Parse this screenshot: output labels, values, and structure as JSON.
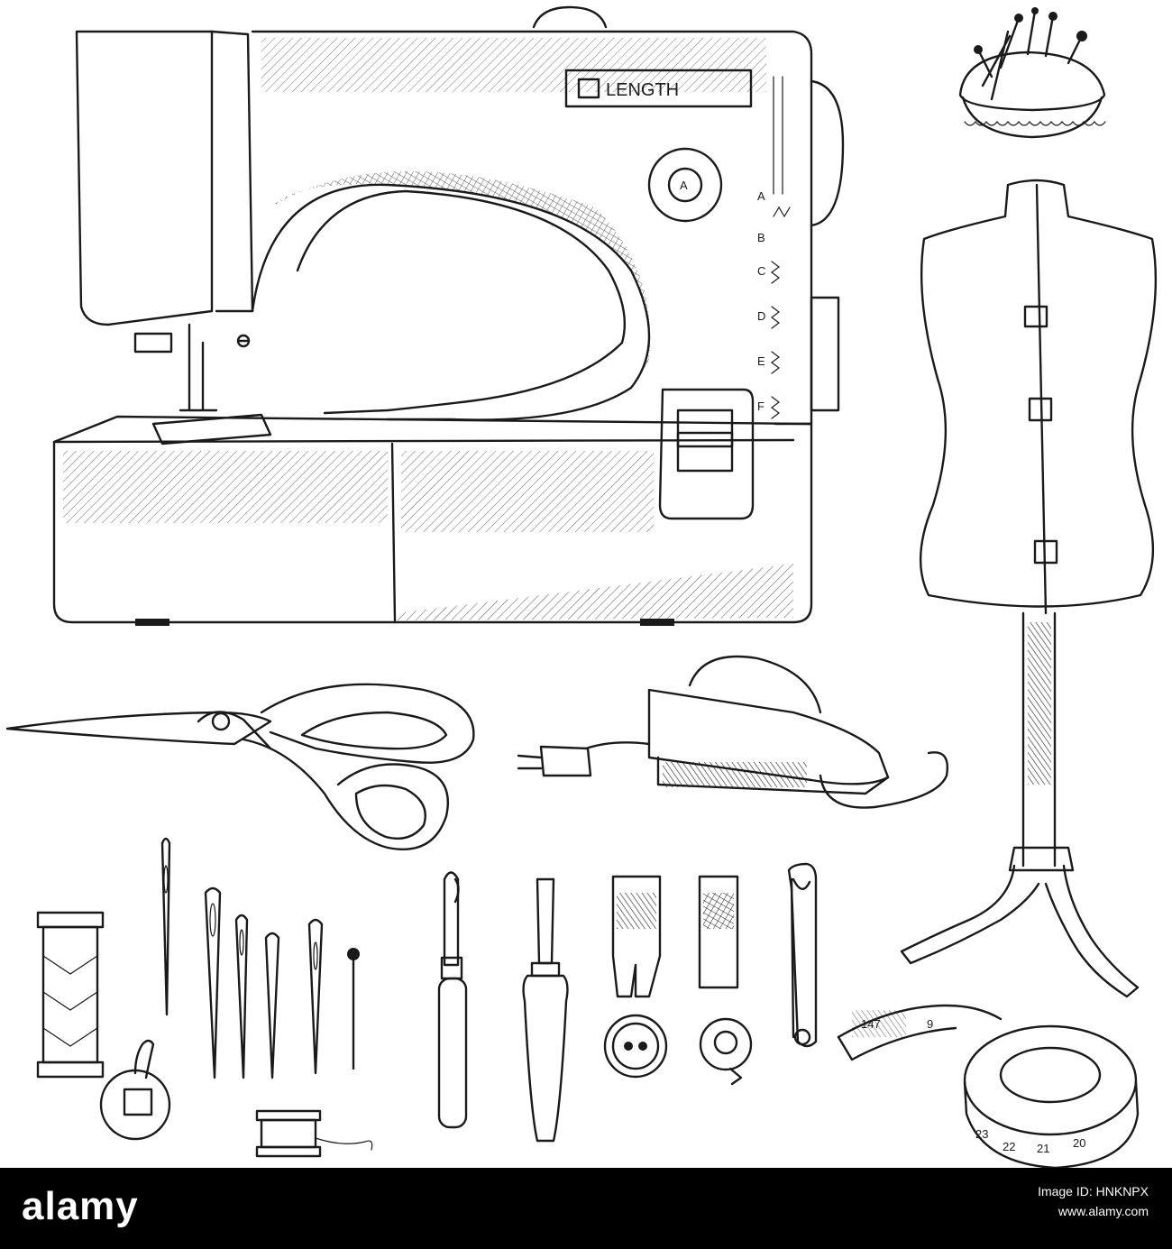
{
  "machine": {
    "panel_label": "LENGTH",
    "dial_letter": "A",
    "stitch_letters": [
      "A",
      "B",
      "C",
      "D",
      "E",
      "F"
    ]
  },
  "tape": {
    "marks": [
      "147",
      "9",
      "21",
      "20",
      "22",
      "23"
    ]
  },
  "footer": {
    "logo": "alamy",
    "image_id_label": "Image ID: HNKNPX",
    "site": "www.alamy.com"
  },
  "colors": {
    "ink": "#1a1a1a",
    "paper": "#ffffff",
    "footer_bg": "#000000"
  }
}
